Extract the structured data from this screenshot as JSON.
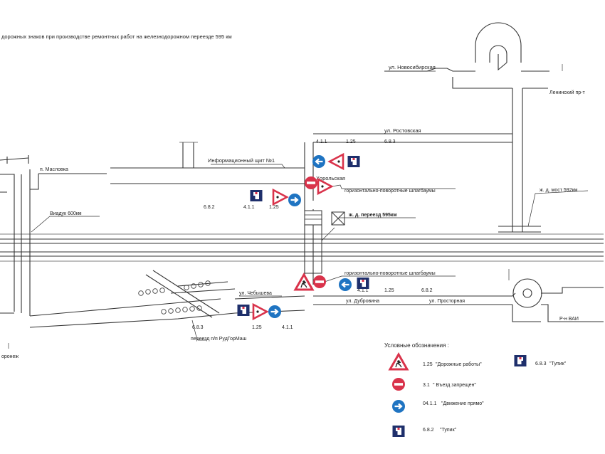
{
  "title": "дорожных знаков при производстве ремонтных работ на железнодорожном переезде 595 км",
  "streets": {
    "novosibirskaya": "ул. Новосибирская",
    "leninsky": "Ленинский пр-т",
    "rostovskaya": "ул. Ростовская",
    "khoroltskaya": "Хорольская",
    "maslovka": "п. Масловка",
    "chebysheva": "ул. Чебышева",
    "dubrovina": "ул. Дубровина",
    "prostornaya": "ул. Просторная",
    "rayon_vai": "Р-н ВАИ",
    "voronezh": "оронеж"
  },
  "objects": {
    "info_board": "Информационный щит №1",
    "barriers_top": "горизонтально-поворотные шлагбаумы",
    "barriers_bottom": "горизонтально-поворотные шлагбаумы",
    "crossing": "ж. д. переезд 595км",
    "bridge": "ж. д. мост 592км",
    "viaduct": "Виадук 600км",
    "rudgormash": "переезд п/п РудГорМаш"
  },
  "sign_codes": {
    "top_row": [
      "4.1.1",
      "1.25",
      "6.8.3"
    ],
    "left_row": [
      "6.8.2",
      "4.1.1",
      "1.25"
    ],
    "bottom_right_row": [
      "4.1.1",
      "1.25",
      "6.8.2"
    ],
    "bottom_left_row": [
      "6.8.3",
      "1.25",
      "4.1.1"
    ]
  },
  "legend": {
    "title": "Условные обозначения :",
    "items": [
      {
        "code": "1.25",
        "name": "\"Дорожные работы\"",
        "icon": "road-works-sign"
      },
      {
        "code": "3.1",
        "name": "\" Въезд запрещен\"",
        "icon": "no-entry-sign"
      },
      {
        "code": "04.1.1",
        "name": "\"Движение прямо\"",
        "icon": "straight-only-sign"
      },
      {
        "code": "6.8.2",
        "name": "\"Тупик\"",
        "icon": "dead-end-left-sign"
      },
      {
        "code": "6.8.3",
        "name": "\"Тупик\"",
        "icon": "dead-end-right-sign"
      }
    ]
  },
  "colors": {
    "sign_red": "#d9334b",
    "sign_blue": "#1f74c2",
    "plate_navy": "#1e2f6b",
    "road_line": "#333333"
  }
}
